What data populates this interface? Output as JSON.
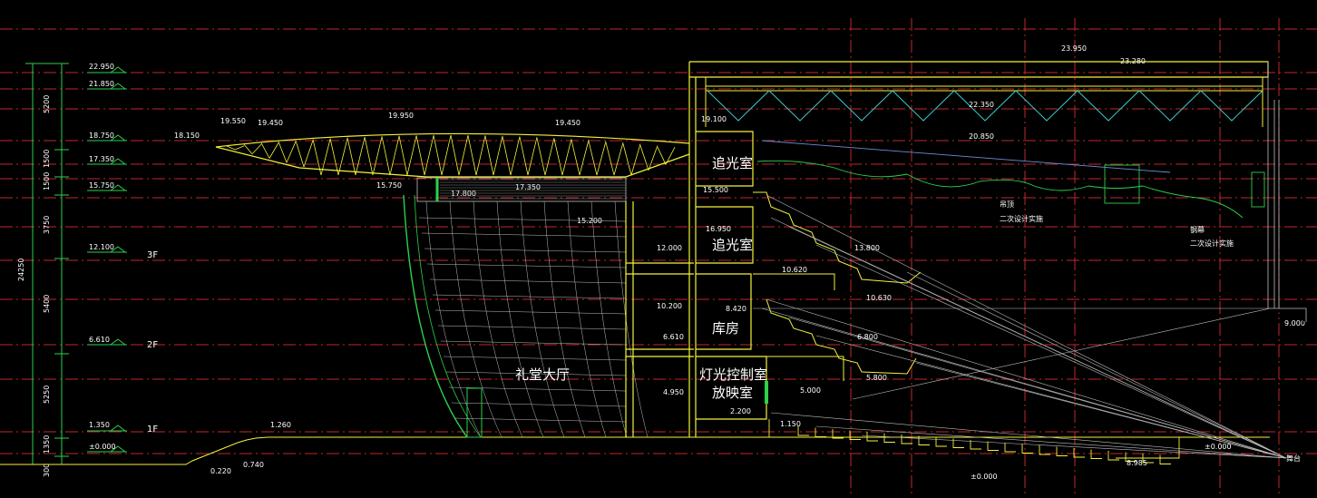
{
  "colors": {
    "background": "#000000",
    "grid_red": "#c0272d",
    "structure_yellow": "#f2f23a",
    "glass_green": "#2bd24b",
    "truss_cyan": "#3cc8c8",
    "sightline_gray": "#bdbdbd",
    "text_white": "#ffffff"
  },
  "left_elevations": [
    "22.950",
    "21.850",
    "18.750",
    "17.350",
    "15.750",
    "12.100",
    "6.610",
    "1.350",
    "±0.000"
  ],
  "left_dimensions": [
    "5200",
    "1500",
    "1500",
    "3750",
    "5400",
    "5250",
    "1350",
    "300",
    "24250"
  ],
  "floor_marks": [
    "3F",
    "2F",
    "1F"
  ],
  "roof_elevations": [
    "18.150",
    "19.550",
    "19.450",
    "19.950",
    "19.450",
    "15.750",
    "17.800",
    "17.350",
    "15.200"
  ],
  "ground_elevations": [
    "1.260",
    "0.220",
    "0.740"
  ],
  "tower_elevations": [
    "19.100",
    "15.500",
    "16.950",
    "12.000",
    "10.200",
    "8.420",
    "6.610",
    "4.950",
    "2.200"
  ],
  "hall_elevations": [
    "23.950",
    "23.280",
    "22.350",
    "20.850",
    "13.800",
    "10.620",
    "10.630",
    "6.800",
    "5.800",
    "5.000",
    "1.150",
    "±0.000",
    "±0.000",
    "8.985",
    "9.000"
  ],
  "rooms": {
    "followspot_upper": "追光室",
    "followspot_lower": "追光室",
    "storage": "库房",
    "lighting_control": "灯光控制室",
    "projection": "放映室",
    "lobby": "礼堂大厅"
  },
  "notes": {
    "side_title": "吊顶",
    "side_text": "二次设计实施",
    "rear_title": "钢幕",
    "rear_text": "二次设计实施",
    "stage_mark": "舞台"
  }
}
